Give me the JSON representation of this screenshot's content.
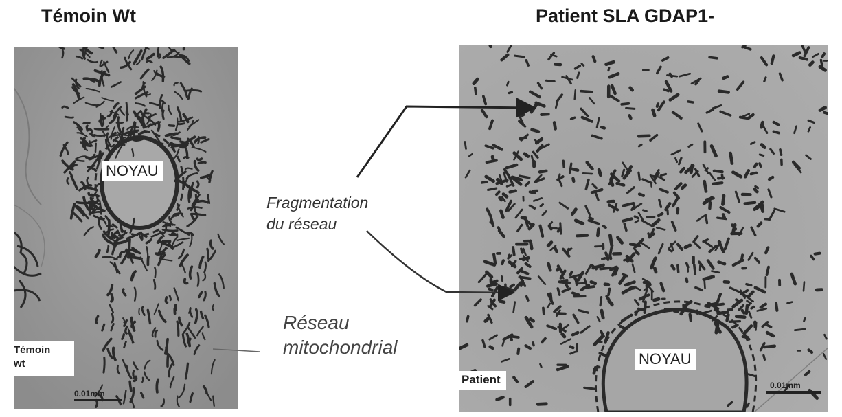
{
  "titles": {
    "left": "Témoin Wt",
    "right": "Patient SLA GDAP1-"
  },
  "left_panel": {
    "nucleus_label": "NOYAU",
    "corner_label_line1": "Témoin",
    "corner_label_line2": "wt",
    "scale_label": "0.01mm"
  },
  "right_panel": {
    "nucleus_label": "NOYAU",
    "corner_label": "Patient",
    "scale_label": "0.01mm"
  },
  "annotations": {
    "fragmentation_line1": "Fragmentation",
    "fragmentation_line2": "du réseau",
    "network_line1": "Réseau",
    "network_line2": "mitochondrial"
  },
  "colors": {
    "background": "#ffffff",
    "micrograph_gray": "#9a9a9a",
    "mitochondria": "#2a2a2a"
  }
}
